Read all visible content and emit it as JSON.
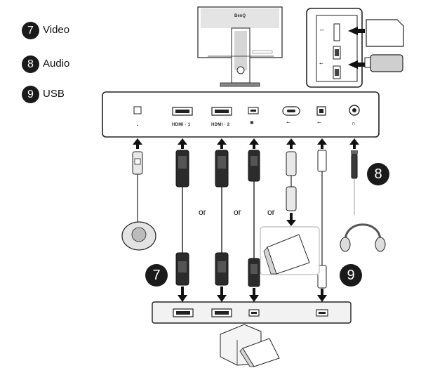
{
  "legend": [
    {
      "number": "7",
      "label": "Video"
    },
    {
      "number": "8",
      "label": "Audio"
    },
    {
      "number": "9",
      "label": "USB"
    }
  ],
  "monitor_brand": "BenQ",
  "port_labels": {
    "hdmi1": "HDMI · 1",
    "hdmi2": "HDMI · 2"
  },
  "or_label": "or",
  "callouts": {
    "video": "7",
    "audio": "8",
    "usb": "9"
  },
  "colors": {
    "ink": "#111111",
    "panel_stroke": "#222222",
    "pc_panel_fill": "#f2f2f2",
    "laptop_box_stroke": "#bbbbbb",
    "connector_fill": "#2b2b2b",
    "light_connector_fill": "#e8e8e8"
  }
}
